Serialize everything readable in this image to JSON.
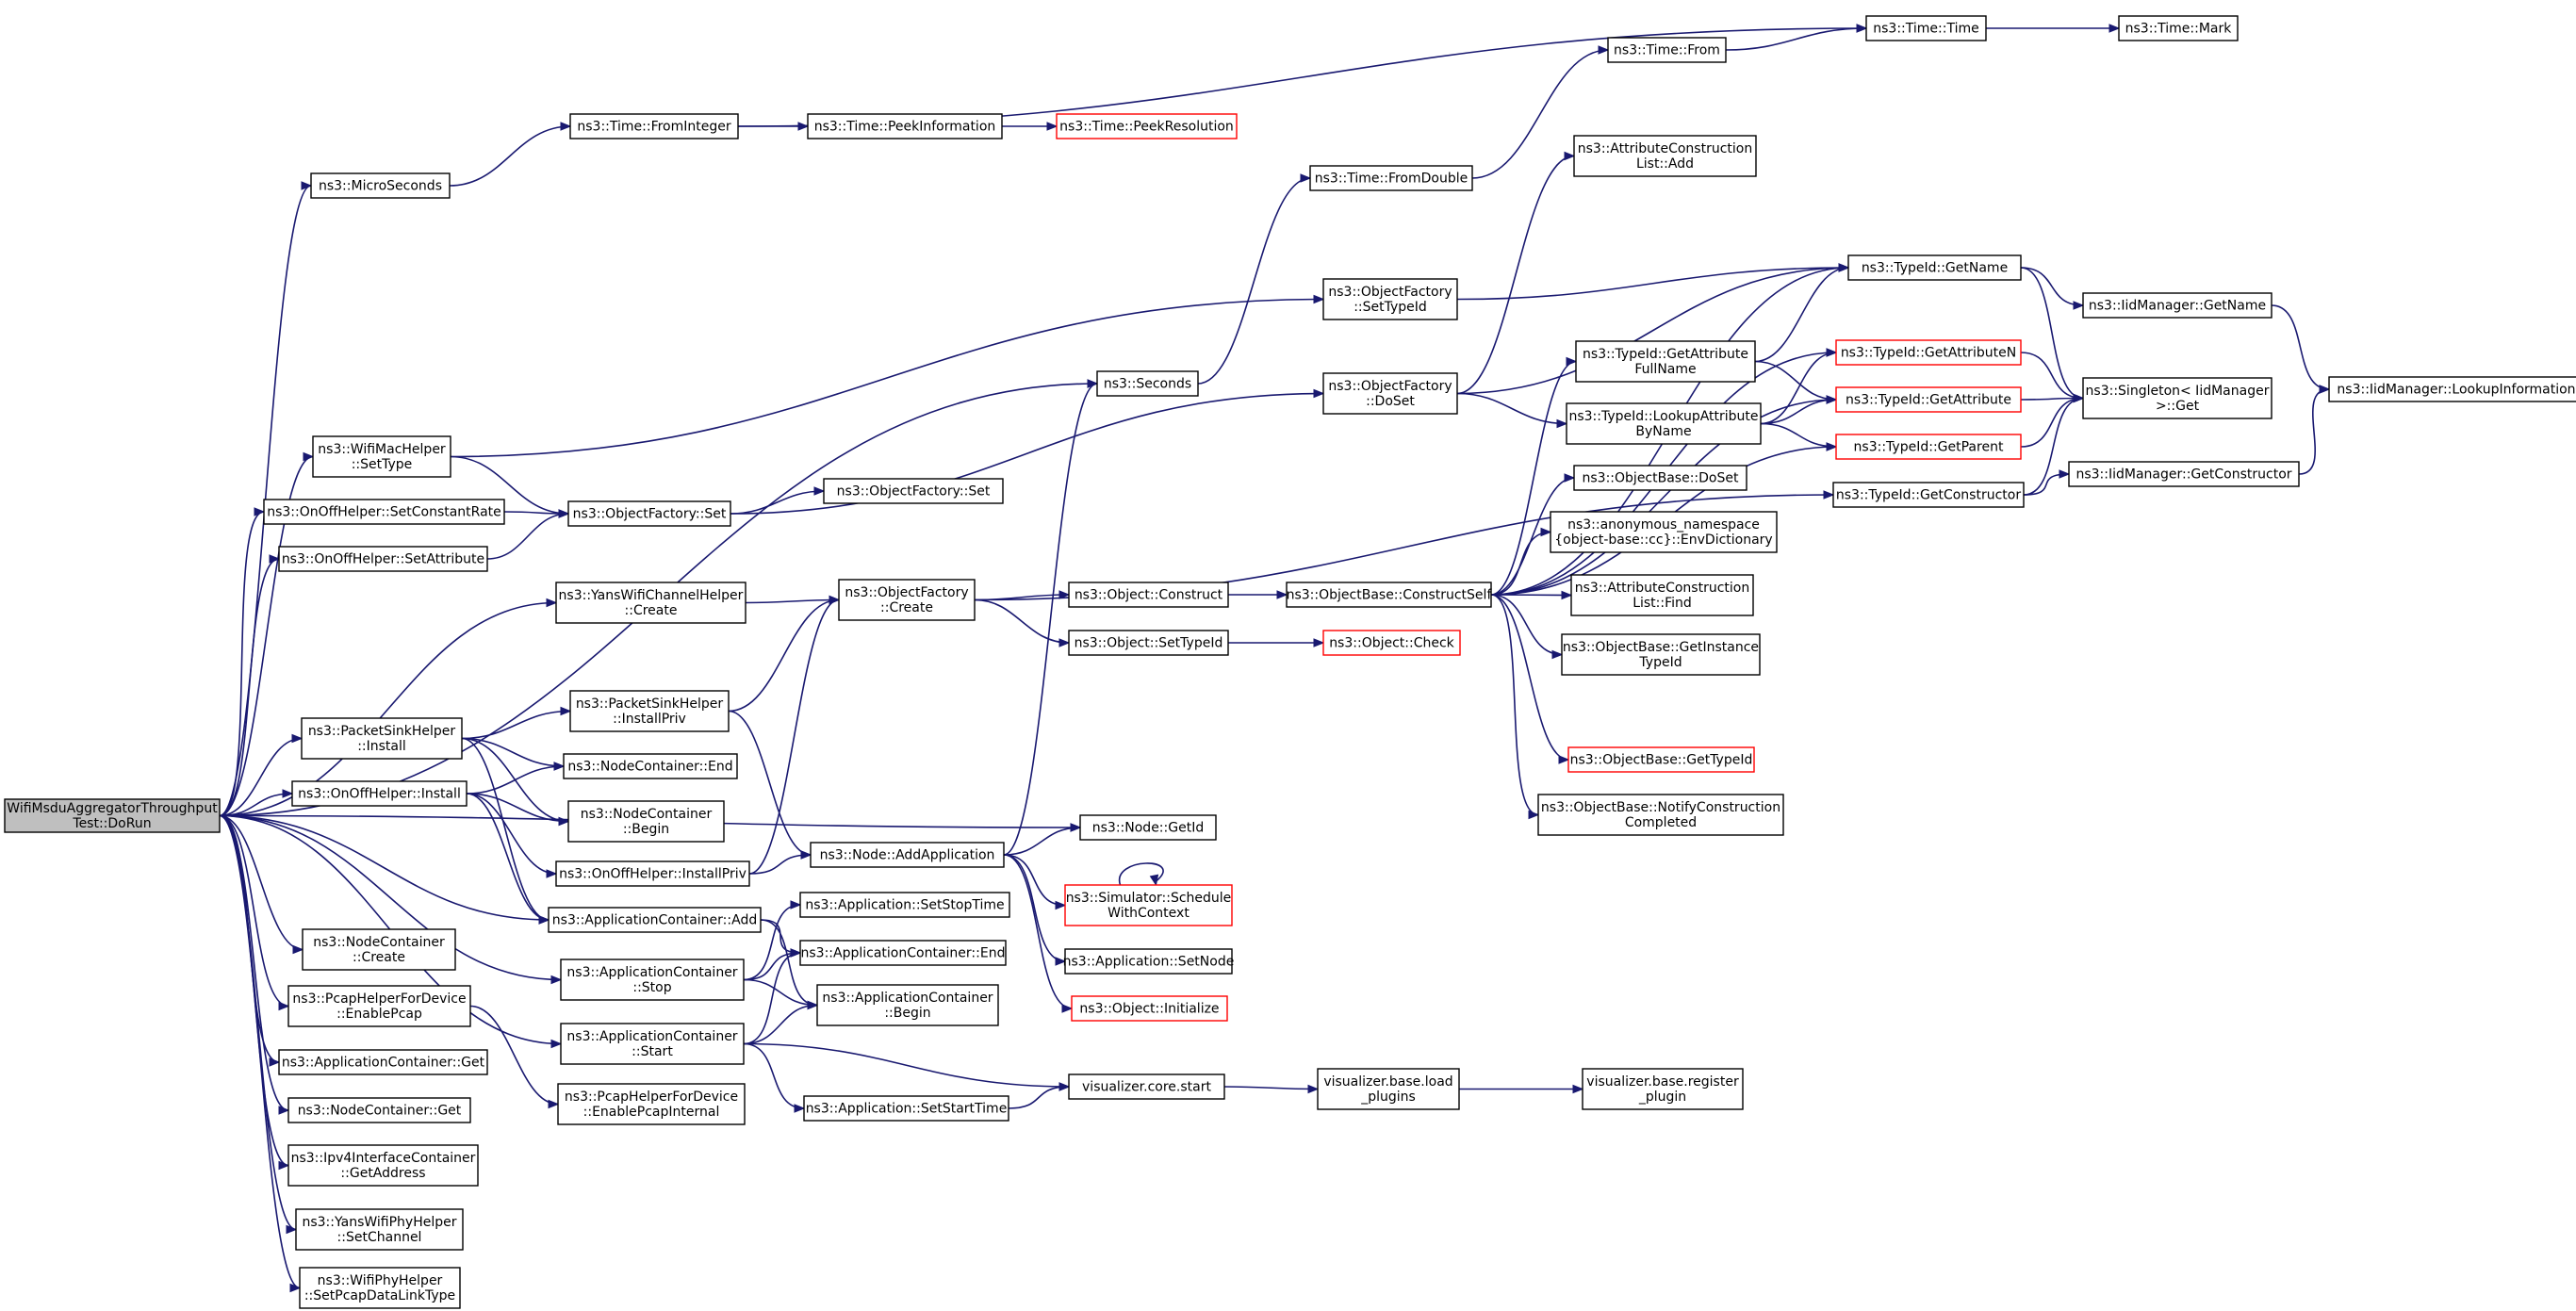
{
  "colors": {
    "edge": "#191970",
    "highlight": "#ff0000",
    "root_fill": "#bfbfbf"
  },
  "nodes": [
    {
      "id": "root",
      "lines": [
        "WifiMsduAggregatorThroughput",
        "Test::DoRun"
      ],
      "style": "root"
    },
    {
      "id": "micro",
      "lines": [
        "ns3::MicroSeconds"
      ]
    },
    {
      "id": "fromint",
      "lines": [
        "ns3::Time::FromInteger"
      ]
    },
    {
      "id": "peekinfo",
      "lines": [
        "ns3::Time::PeekInformation"
      ]
    },
    {
      "id": "peekres",
      "lines": [
        "ns3::Time::PeekResolution"
      ],
      "style": "red"
    },
    {
      "id": "timefrom",
      "lines": [
        "ns3::Time::From"
      ]
    },
    {
      "id": "timetime",
      "lines": [
        "ns3::Time::Time"
      ]
    },
    {
      "id": "timemark",
      "lines": [
        "ns3::Time::Mark"
      ]
    },
    {
      "id": "fromdouble",
      "lines": [
        "ns3::Time::FromDouble"
      ]
    },
    {
      "id": "acladd",
      "lines": [
        "ns3::AttributeConstruction",
        "List::Add"
      ]
    },
    {
      "id": "ofsettypeid",
      "lines": [
        "ns3::ObjectFactory",
        "::SetTypeId"
      ]
    },
    {
      "id": "getname",
      "lines": [
        "ns3::TypeId::GetName"
      ]
    },
    {
      "id": "iidgetname",
      "lines": [
        "ns3::IidManager::GetName"
      ]
    },
    {
      "id": "lookupinfo",
      "lines": [
        "ns3::IidManager::LookupInformation"
      ]
    },
    {
      "id": "seconds",
      "lines": [
        "ns3::Seconds"
      ]
    },
    {
      "id": "ofdoset",
      "lines": [
        "ns3::ObjectFactory",
        "::DoSet"
      ]
    },
    {
      "id": "getattrfull",
      "lines": [
        "ns3::TypeId::GetAttribute",
        "FullName"
      ]
    },
    {
      "id": "getattrn",
      "lines": [
        "ns3::TypeId::GetAttributeN"
      ],
      "style": "red"
    },
    {
      "id": "getattr",
      "lines": [
        "ns3::TypeId::GetAttribute"
      ],
      "style": "red"
    },
    {
      "id": "singleton",
      "lines": [
        "ns3::Singleton< IidManager",
        ">::Get"
      ]
    },
    {
      "id": "lookupattr",
      "lines": [
        "ns3::TypeId::LookupAttribute",
        "ByName"
      ]
    },
    {
      "id": "getparent",
      "lines": [
        "ns3::TypeId::GetParent"
      ],
      "style": "red"
    },
    {
      "id": "wifimacset",
      "lines": [
        "ns3::WifiMacHelper",
        "::SetType"
      ]
    },
    {
      "id": "ofset1",
      "lines": [
        "ns3::ObjectFactory::Set"
      ]
    },
    {
      "id": "obdoset",
      "lines": [
        "ns3::ObjectBase::DoSet"
      ]
    },
    {
      "id": "getconstructor",
      "lines": [
        "ns3::TypeId::GetConstructor"
      ]
    },
    {
      "id": "iidgetcons",
      "lines": [
        "ns3::IidManager::GetConstructor"
      ]
    },
    {
      "id": "setconstrate",
      "lines": [
        "ns3::OnOffHelper::SetConstantRate"
      ]
    },
    {
      "id": "ofset2",
      "lines": [
        "ns3::ObjectFactory::Set"
      ]
    },
    {
      "id": "envdict",
      "lines": [
        "ns3::anonymous_namespace",
        "{object-base::cc}::EnvDictionary"
      ]
    },
    {
      "id": "onoffsetattr",
      "lines": [
        "ns3::OnOffHelper::SetAttribute"
      ]
    },
    {
      "id": "yanschcreate",
      "lines": [
        "ns3::YansWifiChannelHelper",
        "::Create"
      ]
    },
    {
      "id": "ofcreate",
      "lines": [
        "ns3::ObjectFactory",
        "::Create"
      ]
    },
    {
      "id": "objconstruct",
      "lines": [
        "ns3::Object::Construct"
      ]
    },
    {
      "id": "constructself",
      "lines": [
        "ns3::ObjectBase::ConstructSelf"
      ]
    },
    {
      "id": "aclfind",
      "lines": [
        "ns3::AttributeConstruction",
        "List::Find"
      ]
    },
    {
      "id": "objsettypeid",
      "lines": [
        "ns3::Object::SetTypeId"
      ]
    },
    {
      "id": "objcheck",
      "lines": [
        "ns3::Object::Check"
      ],
      "style": "red"
    },
    {
      "id": "getinstancetypeid",
      "lines": [
        "ns3::ObjectBase::GetInstance",
        "TypeId"
      ]
    },
    {
      "id": "psinstallpriv",
      "lines": [
        "ns3::PacketSinkHelper",
        "::InstallPriv"
      ]
    },
    {
      "id": "psinstall",
      "lines": [
        "ns3::PacketSinkHelper",
        "::Install"
      ]
    },
    {
      "id": "ncend",
      "lines": [
        "ns3::NodeContainer::End"
      ]
    },
    {
      "id": "obgettypeid",
      "lines": [
        "ns3::ObjectBase::GetTypeId"
      ],
      "style": "red"
    },
    {
      "id": "ncbegin",
      "lines": [
        "ns3::NodeContainer",
        "::Begin"
      ]
    },
    {
      "id": "notifycons",
      "lines": [
        "ns3::ObjectBase::NotifyConstruction",
        "Completed"
      ]
    },
    {
      "id": "onoffinstall",
      "lines": [
        "ns3::OnOffHelper::Install"
      ]
    },
    {
      "id": "nodegetid",
      "lines": [
        "ns3::Node::GetId"
      ]
    },
    {
      "id": "addapp",
      "lines": [
        "ns3::Node::AddApplication"
      ]
    },
    {
      "id": "onoffinstallpriv",
      "lines": [
        "ns3::OnOffHelper::InstallPriv"
      ]
    },
    {
      "id": "appcadd",
      "lines": [
        "ns3::ApplicationContainer::Add"
      ]
    },
    {
      "id": "simschedule",
      "lines": [
        "ns3::Simulator::Schedule",
        "WithContext"
      ],
      "style": "red"
    },
    {
      "id": "setstoptime",
      "lines": [
        "ns3::Application::SetStopTime"
      ]
    },
    {
      "id": "nccreate",
      "lines": [
        "ns3::NodeContainer",
        "::Create"
      ]
    },
    {
      "id": "appcend",
      "lines": [
        "ns3::ApplicationContainer::End"
      ]
    },
    {
      "id": "appsetnode",
      "lines": [
        "ns3::Application::SetNode"
      ]
    },
    {
      "id": "appcstop",
      "lines": [
        "ns3::ApplicationContainer",
        "::Stop"
      ]
    },
    {
      "id": "pcapenable",
      "lines": [
        "ns3::PcapHelperForDevice",
        "::EnablePcap"
      ]
    },
    {
      "id": "appcbegin",
      "lines": [
        "ns3::ApplicationContainer",
        "::Begin"
      ]
    },
    {
      "id": "objinit",
      "lines": [
        "ns3::Object::Initialize"
      ],
      "style": "red"
    },
    {
      "id": "appcget",
      "lines": [
        "ns3::ApplicationContainer::Get"
      ]
    },
    {
      "id": "appcstart",
      "lines": [
        "ns3::ApplicationContainer",
        "::Start"
      ]
    },
    {
      "id": "vizstart",
      "lines": [
        "visualizer.core.start"
      ]
    },
    {
      "id": "vizload",
      "lines": [
        "visualizer.base.load",
        "_plugins"
      ]
    },
    {
      "id": "vizreg",
      "lines": [
        "visualizer.base.register",
        "_plugin"
      ]
    },
    {
      "id": "ncget",
      "lines": [
        "ns3::NodeContainer::Get"
      ]
    },
    {
      "id": "pcapinternal",
      "lines": [
        "ns3::PcapHelperForDevice",
        "::EnablePcapInternal"
      ]
    },
    {
      "id": "setstarttime",
      "lines": [
        "ns3::Application::SetStartTime"
      ]
    },
    {
      "id": "ipv4getaddr",
      "lines": [
        "ns3::Ipv4InterfaceContainer",
        "::GetAddress"
      ]
    },
    {
      "id": "yansphysetch",
      "lines": [
        "ns3::YansWifiPhyHelper",
        "::SetChannel"
      ]
    },
    {
      "id": "wifiphypcap",
      "lines": [
        "ns3::WifiPhyHelper",
        "::SetPcapDataLinkType"
      ]
    }
  ]
}
